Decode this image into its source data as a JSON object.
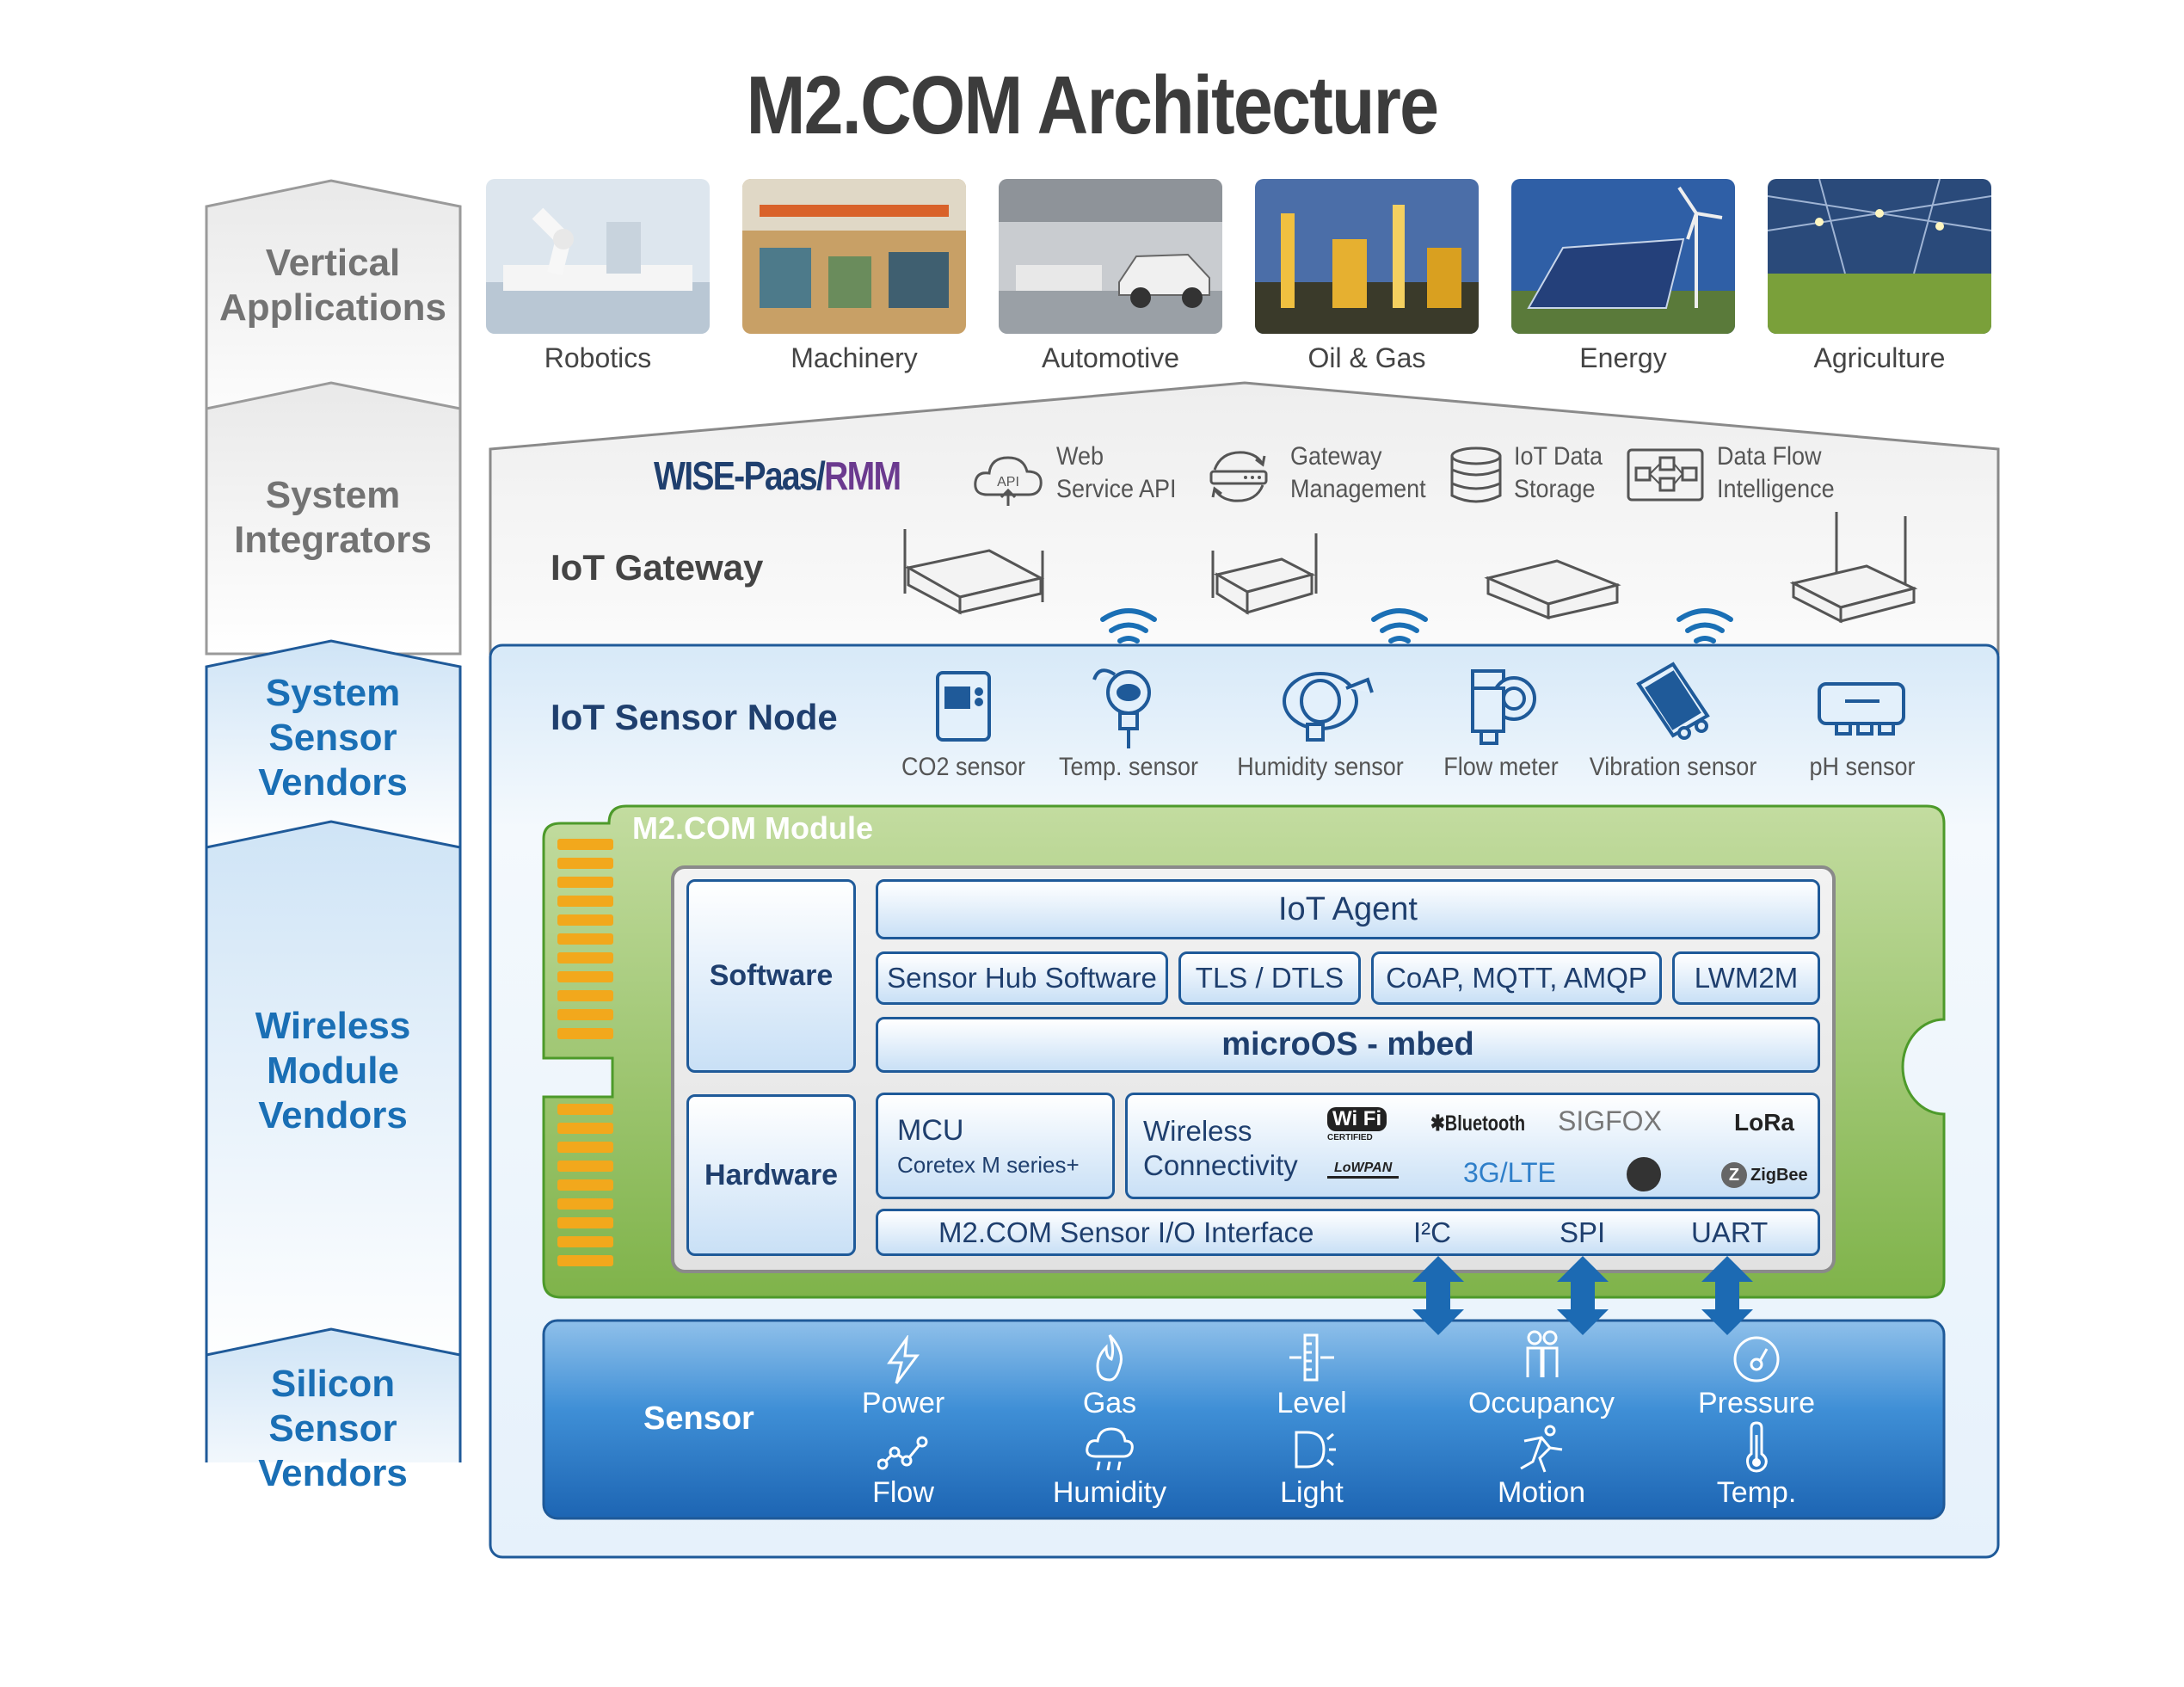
{
  "title": "M2.COM Architecture",
  "side_labels": {
    "vertical": "Vertical\nApplications",
    "integrators": "System\nIntegrators",
    "system_sensor": "System\nSensor\nVendors",
    "wireless_module": "Wireless\nModule\nVendors",
    "silicon_sensor": "Silicon\nSensor\nVendors"
  },
  "verticals": [
    "Robotics",
    "Machinery",
    "Automotive",
    "Oil & Gas",
    "Energy",
    "Agriculture"
  ],
  "gateway": {
    "wise_paas": "WISE-Paas/",
    "rmm": "RMM",
    "features": [
      {
        "icon": "cloud-api-icon",
        "text": "Web\nService API",
        "api": "API"
      },
      {
        "icon": "gateway-management-icon",
        "text": "Gateway\nManagement"
      },
      {
        "icon": "database-icon",
        "text": "IoT Data\nStorage"
      },
      {
        "icon": "flow-chart-icon",
        "text": "Data Flow\nIntelligence"
      }
    ],
    "label": "IoT Gateway"
  },
  "sensor_node": {
    "label": "IoT Sensor Node",
    "sensors": [
      "CO2 sensor",
      "Temp. sensor",
      "Humidity sensor",
      "Flow meter",
      "Vibration sensor",
      "pH sensor"
    ]
  },
  "module": {
    "label": "M2.COM Module",
    "software": "Software",
    "hardware": "Hardware",
    "iot_agent": "IoT Agent",
    "sw_items": [
      "Sensor Hub Software",
      "TLS / DTLS",
      "CoAP, MQTT, AMQP",
      "LWM2M"
    ],
    "microos": "microOS - mbed",
    "mcu_title": "MCU",
    "mcu_sub": "Coretex M series+",
    "wireless": "Wireless\nConnectivity",
    "logos": {
      "wifi": "Wi Fi",
      "wifi_cert": "CERTIFIED",
      "bluetooth": "Bluetooth",
      "sigfox": "SIGFOX",
      "lora": "LoRa",
      "lowpan": "LoWPAN",
      "lte": "3G/LTE",
      "zigbee": "ZigBee"
    },
    "io_interface": "M2.COM Sensor I/O Interface",
    "io_ports": [
      "I²C",
      "SPI",
      "UART"
    ]
  },
  "sensor_layer": {
    "label": "Sensor",
    "items_top": [
      "Power",
      "Gas",
      "Level",
      "Occupancy",
      "Pressure"
    ],
    "items_bottom": [
      "Flow",
      "Humidity",
      "Light",
      "Motion",
      "Temp."
    ]
  },
  "colors": {
    "dark_blue": "#1f5a99",
    "side_blue": "#1a6fb5",
    "module_green": "#8dbf4e",
    "sensor_blue": "#2f7fc9",
    "rmm_purple": "#6b3a8f"
  }
}
